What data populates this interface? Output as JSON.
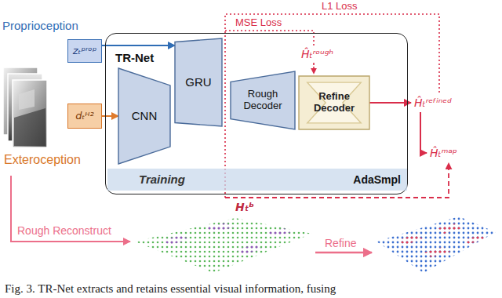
{
  "diagram": {
    "caption": "Fig. 3. TR-Net extracts and retains essential visual information, fusing",
    "nodes": [
      {
        "text": [
          "TR-Net"
        ]
      },
      {
        "text": [
          "Proprioception",
          "zₜᵖʳᵒᵖ"
        ]
      },
      {
        "text": [
          "dₜᴴ²",
          "Exteroception"
        ]
      },
      {
        "text": [
          "CNN"
        ],
        "in": 0
      },
      {
        "text": [
          "GRU"
        ],
        "in": 0
      },
      {
        "text": [
          "Rough Decoder"
        ],
        "in": 0
      },
      {
        "text": [
          "Refine Decoder"
        ],
        "in": 0
      },
      {
        "text": [
          "Training",
          "AdaSmpl"
        ],
        "in": 0
      }
    ],
    "edges": [
      {
        "from": 1,
        "to": 4,
        "arrow": "to"
      },
      {
        "from": 2,
        "to": 3,
        "arrow": "to"
      }
    ],
    "labels": [
      "L1 Loss",
      "MSE Loss",
      "Ĥₜʳᵒᵘᵍʰ",
      "Ĥₜʳᵉᶠⁱⁿᵉᵈ",
      "Hₜᵇ",
      "Ĥₜᵐᵃᵖ",
      "Rough Reconstruct",
      "Refine"
    ]
  }
}
